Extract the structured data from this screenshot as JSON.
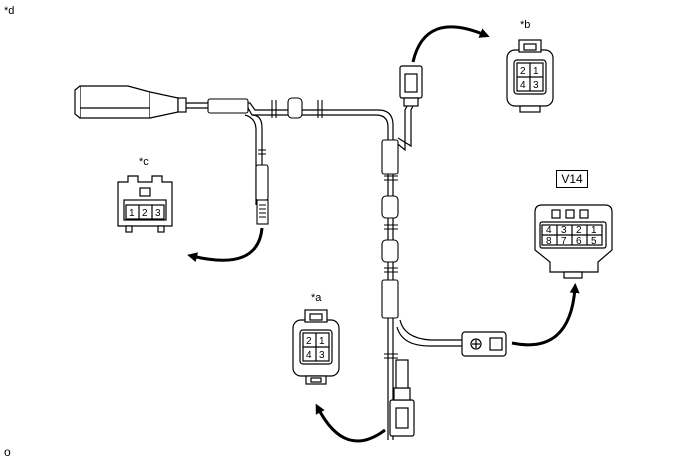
{
  "labels": {
    "top_left": "*d",
    "bottom_left": "o",
    "connector_a": "*a",
    "connector_b": "*b",
    "connector_c": "*c",
    "connector_v14": "V14"
  },
  "connectors": {
    "a": {
      "pins": [
        "2",
        "1",
        "4",
        "3"
      ]
    },
    "b": {
      "pins": [
        "2",
        "1",
        "4",
        "3"
      ]
    },
    "c": {
      "pins": [
        "1",
        "2",
        "3"
      ]
    },
    "v14": {
      "pins": [
        "4",
        "3",
        "2",
        "1",
        "8",
        "7",
        "6",
        "5"
      ]
    }
  }
}
